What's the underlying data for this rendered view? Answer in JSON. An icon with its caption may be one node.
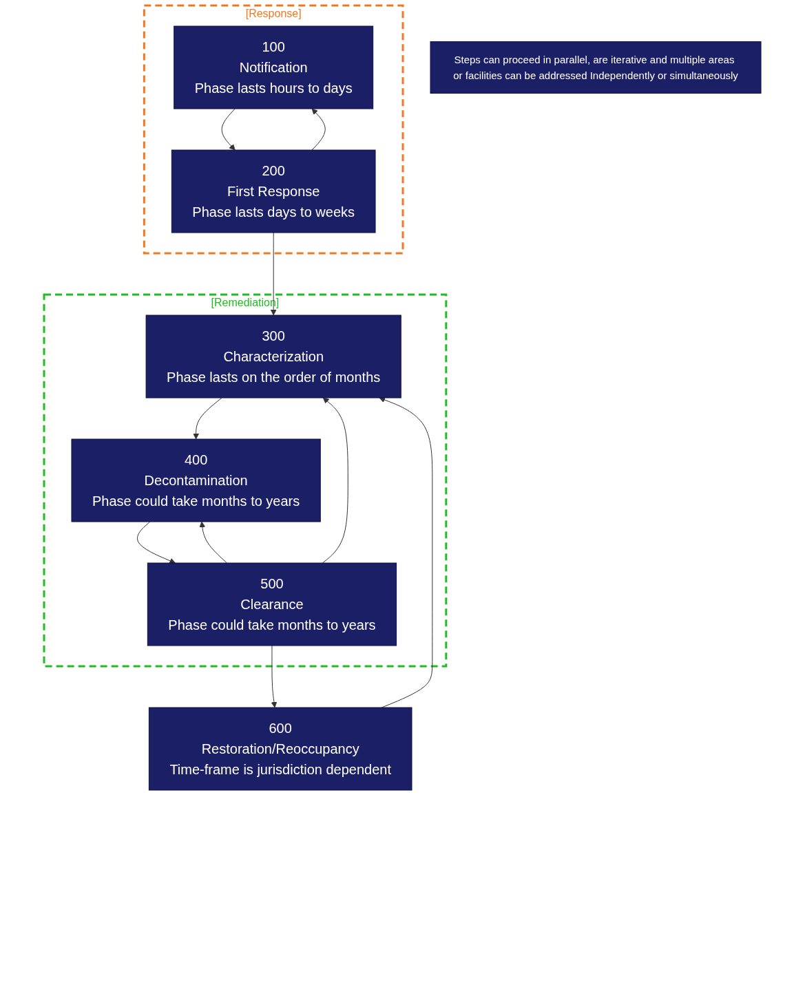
{
  "diagram": {
    "nodes": [
      {
        "text": [
          "[Response]"
        ]
      },
      {
        "text": [
          "100",
          "Notification",
          "Phase lasts hours to days"
        ],
        "in": 0
      },
      {
        "text": [
          "200",
          "First Response",
          "Phase lasts days to weeks"
        ],
        "in": 0
      },
      {
        "text": [
          "[Remediation]"
        ]
      },
      {
        "text": [
          "300",
          "Characterization",
          "Phase lasts on the order of months"
        ],
        "in": 3
      },
      {
        "text": [
          "400",
          "Decontamination",
          "Phase could take months to years"
        ],
        "in": 3
      },
      {
        "text": [
          "500",
          "Clearance",
          "Phase could take months to years"
        ],
        "in": 3
      },
      {
        "text": [
          "600",
          "Restoration/Reoccupancy",
          "Time-frame is jurisdiction dependent"
        ]
      },
      {
        "text": [
          "Steps can proceed in parallel, are iterative and multiple areas or facilities can be addressed Independently or simultaneously"
        ]
      }
    ],
    "edges": [
      {
        "from": 1,
        "to": 2,
        "arrow": "to"
      },
      {
        "from": 2,
        "to": 1,
        "arrow": "to"
      },
      {
        "from": 2,
        "to": 4,
        "arrow": "to"
      },
      {
        "from": 4,
        "to": 5,
        "arrow": "to"
      },
      {
        "from": 5,
        "to": 6,
        "arrow": "to"
      },
      {
        "from": 6,
        "to": 5,
        "arrow": "to"
      },
      {
        "from": 6,
        "to": 4,
        "arrow": "to"
      },
      {
        "from": 6,
        "to": 7,
        "arrow": "to"
      },
      {
        "from": 7,
        "to": 4,
        "arrow": "to"
      }
    ]
  }
}
